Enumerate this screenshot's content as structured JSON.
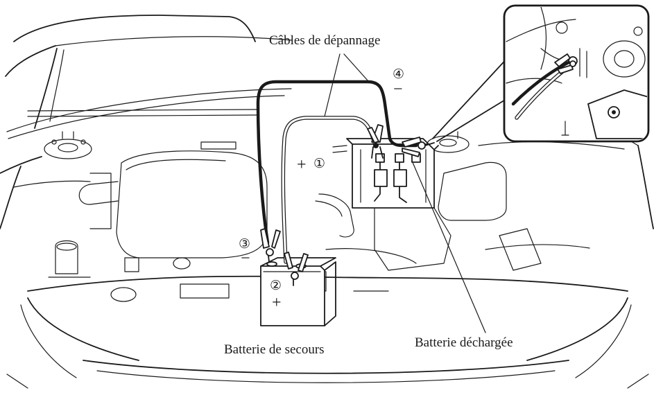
{
  "labels": {
    "cables": "Câbles de dépannage",
    "rescue_battery": "Batterie de secours",
    "dead_battery": "Batterie déchargée"
  },
  "callouts": {
    "step1": "①",
    "step2": "②",
    "step3": "③",
    "step4": "④"
  },
  "signs": {
    "plus_dead": "+",
    "plus_rescue": "+",
    "minus_rescue": "−",
    "minus_ground": "−"
  }
}
